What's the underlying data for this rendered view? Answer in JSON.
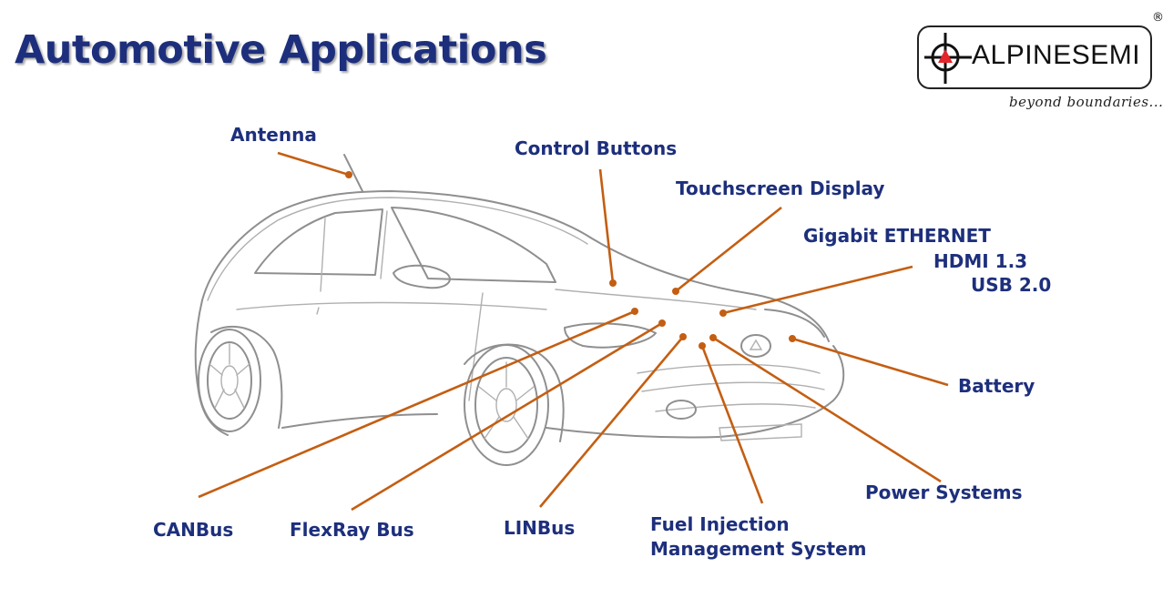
{
  "title": "Automotive Applications",
  "logo": {
    "brand": "ALPINESEMI",
    "registered": "®",
    "tagline": "beyond boundaries..."
  },
  "labels": {
    "antenna": "Antenna",
    "control_buttons": "Control Buttons",
    "touchscreen_display": "Touchscreen Display",
    "gigabit_ethernet": "Gigabit ETHERNET",
    "hdmi": "HDMI 1.3",
    "usb": "USB 2.0",
    "battery": "Battery",
    "power_systems": "Power Systems",
    "fuel_injection_line1": "Fuel Injection",
    "fuel_injection_line2": "Management System",
    "linbus": "LINBus",
    "flexray_bus": "FlexRay Bus",
    "canbus": "CANBus"
  },
  "colors": {
    "title": "#1d2f7c",
    "label": "#1d2f7c",
    "leader": "#c45e12",
    "car_outline": "#8f8f8f"
  }
}
